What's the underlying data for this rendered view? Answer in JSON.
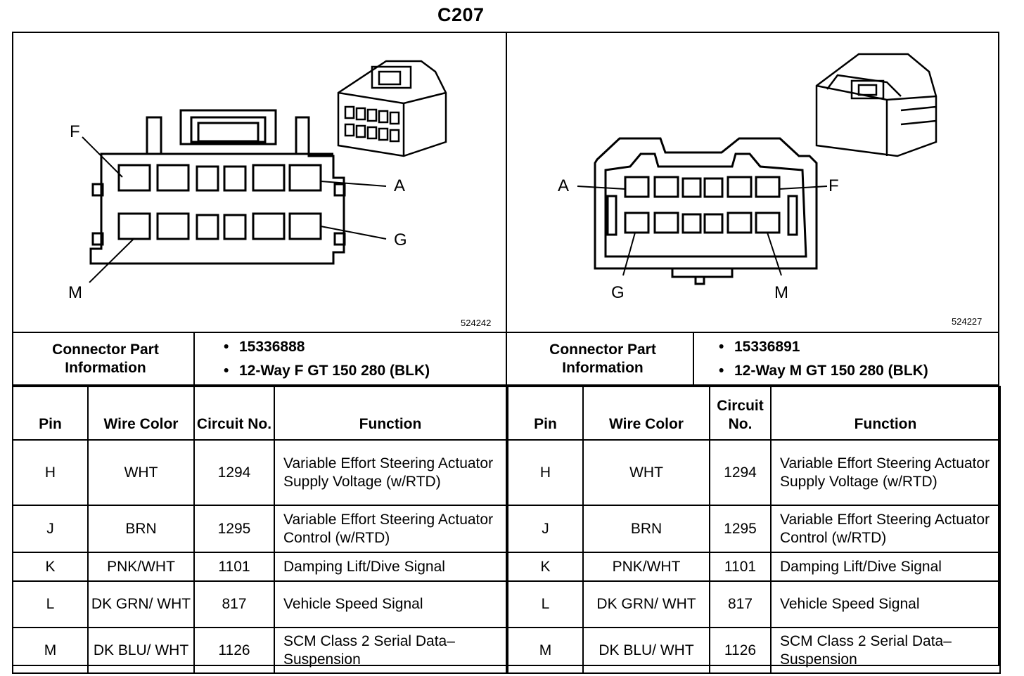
{
  "title": "C207",
  "left": {
    "figure_id": "524242",
    "pin_labels": {
      "top_left": "F",
      "top_right": "A",
      "bottom_right": "G",
      "bottom_left": "M"
    },
    "connector_part_label": "Connector Part Information",
    "part_items": [
      "15336888",
      "12-Way F GT 150 280 (BLK)"
    ],
    "headers": {
      "pin": "Pin",
      "wire_color": "Wire Color",
      "circuit_no": "Circuit No.",
      "function": "Function"
    },
    "rows": [
      {
        "pin": "H",
        "wire_color": "WHT",
        "circuit": "1294",
        "function": "Variable Effort Steering Actuator Supply Voltage (w/RTD)"
      },
      {
        "pin": "J",
        "wire_color": "BRN",
        "circuit": "1295",
        "function": "Variable Effort Steering Actuator Control (w/RTD)"
      },
      {
        "pin": "K",
        "wire_color": "PNK/WHT",
        "circuit": "1101",
        "function": "Damping Lift/Dive Signal"
      },
      {
        "pin": "L",
        "wire_color": "DK GRN/ WHT",
        "circuit": "817",
        "function": "Vehicle Speed Signal"
      },
      {
        "pin": "M",
        "wire_color": "DK BLU/ WHT",
        "circuit": "1126",
        "function": "SCM Class 2 Serial Data– Suspension"
      }
    ]
  },
  "right": {
    "figure_id": "524227",
    "pin_labels": {
      "top_left": "A",
      "top_right": "F",
      "bottom_left": "G",
      "bottom_right": "M"
    },
    "connector_part_label": "Connector Part Information",
    "part_items": [
      "15336891",
      "12-Way M GT 150 280 (BLK)"
    ],
    "headers": {
      "pin": "Pin",
      "wire_color": "Wire Color",
      "circuit_no": "Circuit No.",
      "function": "Function"
    },
    "rows": [
      {
        "pin": "H",
        "wire_color": "WHT",
        "circuit": "1294",
        "function": "Variable Effort Steering Actuator Supply Voltage (w/RTD)"
      },
      {
        "pin": "J",
        "wire_color": "BRN",
        "circuit": "1295",
        "function": "Variable Effort Steering Actuator Control (w/RTD)"
      },
      {
        "pin": "K",
        "wire_color": "PNK/WHT",
        "circuit": "1101",
        "function": "Damping Lift/Dive Signal"
      },
      {
        "pin": "L",
        "wire_color": "DK GRN/ WHT",
        "circuit": "817",
        "function": "Vehicle Speed Signal"
      },
      {
        "pin": "M",
        "wire_color": "DK BLU/ WHT",
        "circuit": "1126",
        "function": "SCM Class 2 Serial Data–Suspension"
      }
    ]
  }
}
